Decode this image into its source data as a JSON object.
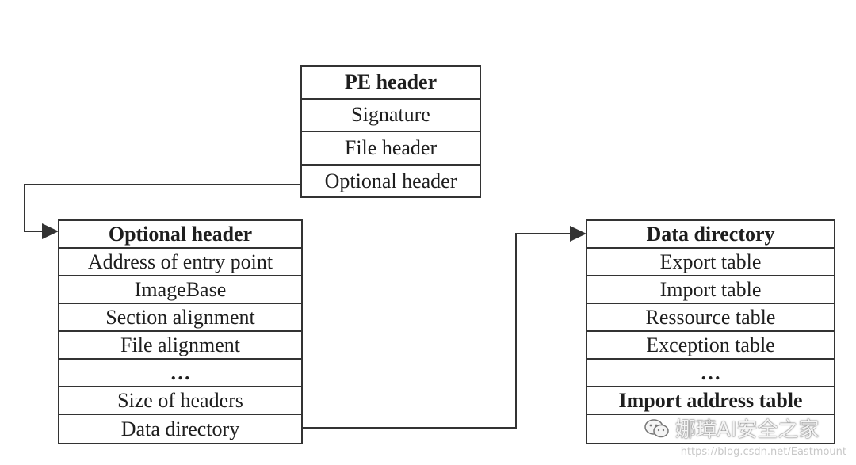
{
  "pe_header": {
    "rows": [
      "PE header",
      "Signature",
      "File header",
      "Optional header"
    ]
  },
  "optional_header": {
    "rows": [
      "Optional header",
      "Address of entry point",
      "ImageBase",
      "Section alignment",
      "File alignment",
      "…",
      "Size of headers",
      "Data directory"
    ]
  },
  "data_directory": {
    "rows": [
      "Data directory",
      "Export table",
      "Import table",
      "Ressource table",
      "Exception table",
      "…",
      "Import address table",
      ""
    ]
  },
  "watermark": {
    "text": "娜璋AI安全之家",
    "icon": "wechat-icon"
  },
  "source_url": "https://blog.csdn.net/Eastmount",
  "colors": {
    "line": "#333333",
    "text": "#1e1e1e",
    "background": "#ffffff"
  }
}
